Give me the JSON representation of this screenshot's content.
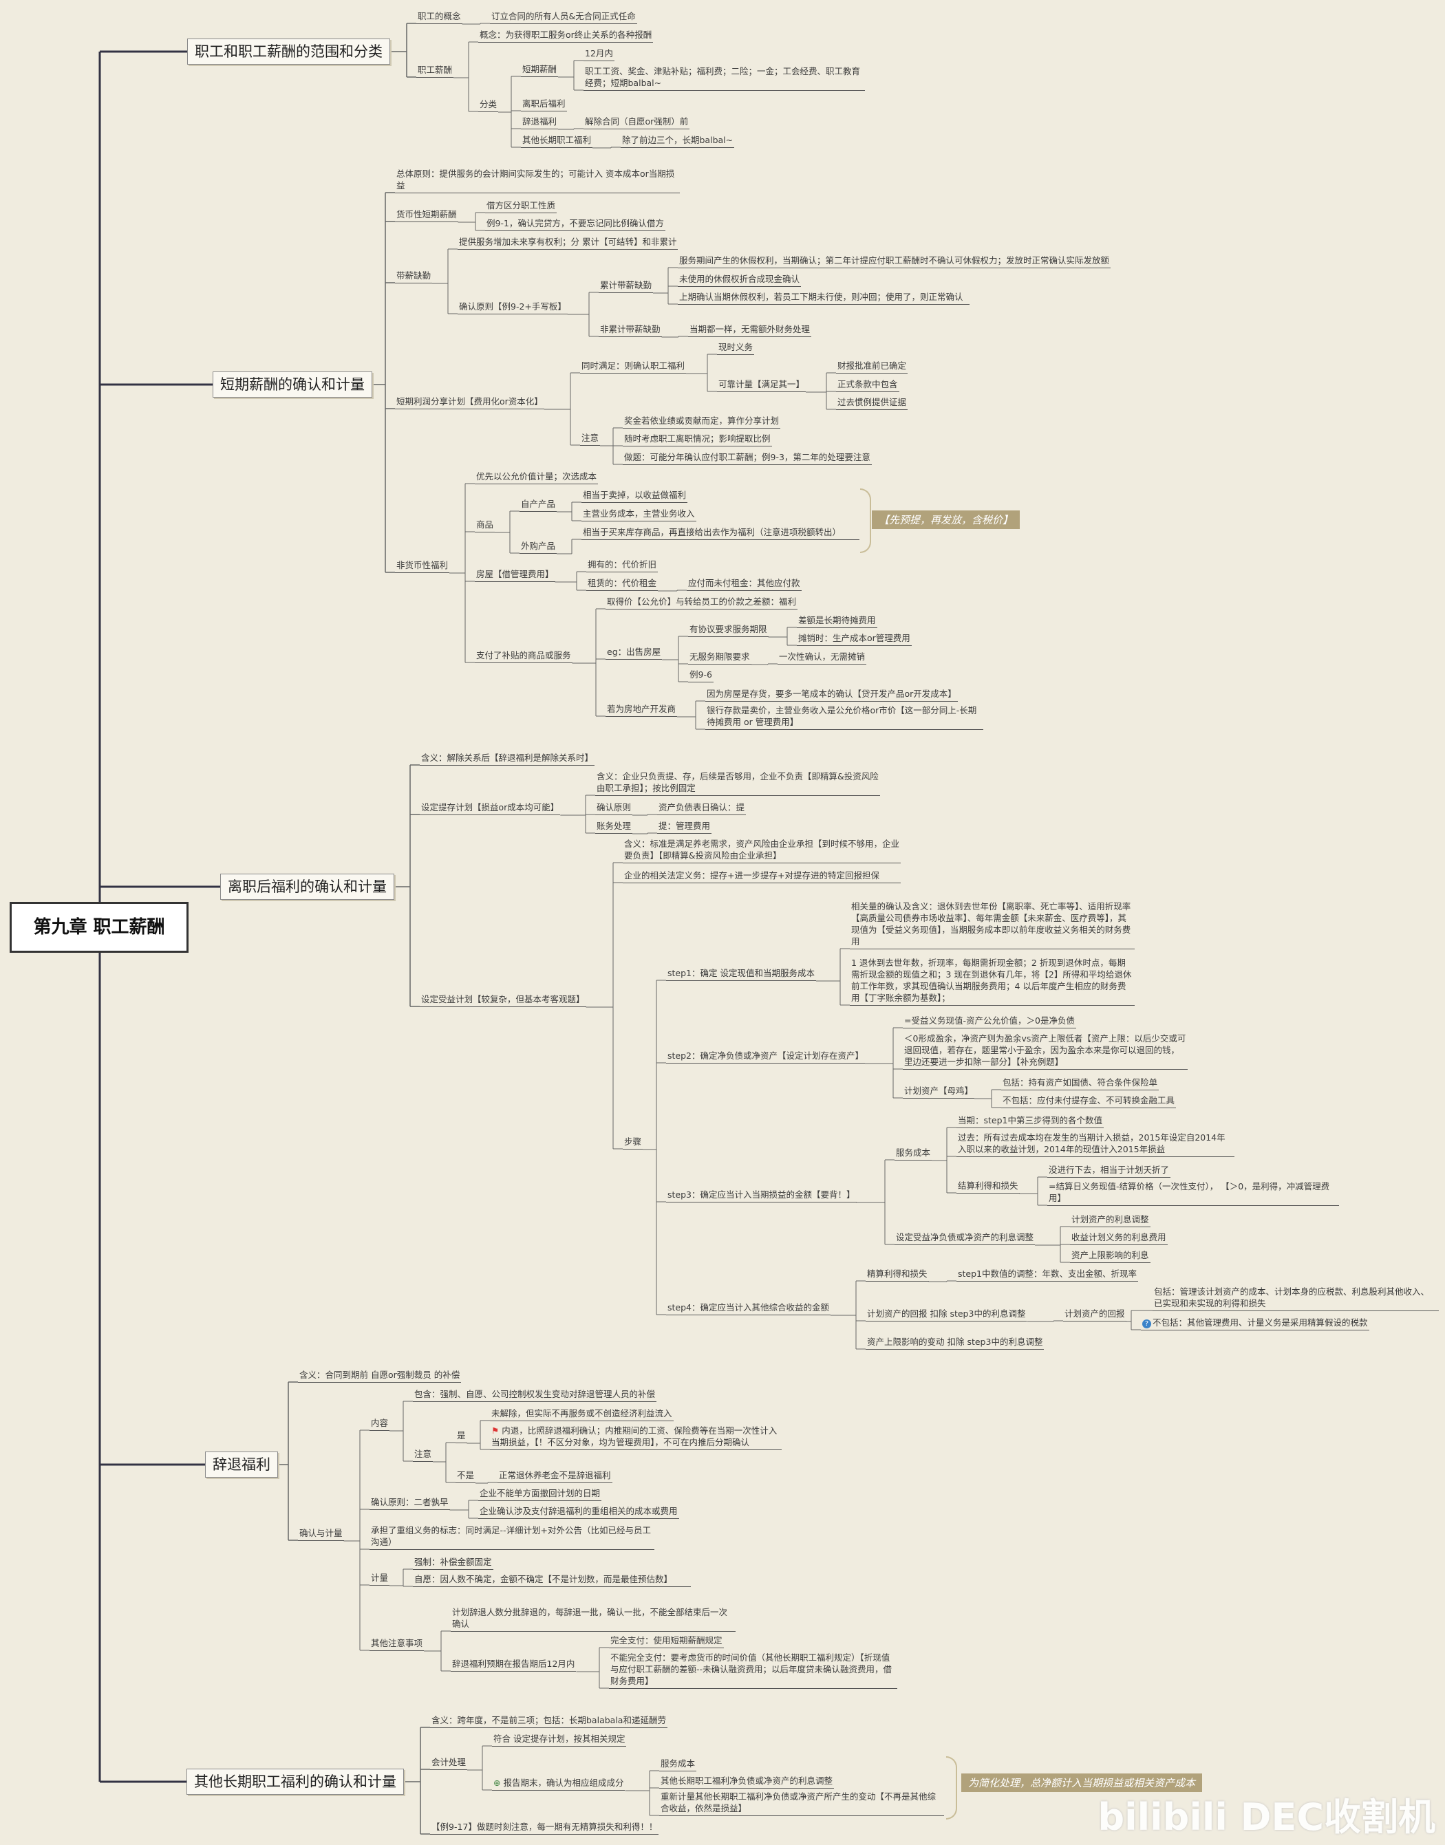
{
  "title": "第九章 职工薪酬",
  "watermark": "bilibili DEC收割机",
  "t1": {
    "title": "职工和职工薪酬的范围和分类",
    "n1": "职工的概念",
    "n1a": "订立合同的所有人员&无合同正式任命",
    "n2": "职工薪酬",
    "n2a": "概念：为获得职工服务or终止关系的各种报酬",
    "n2b": "分类",
    "s1": "短期薪酬",
    "s1a": "12月内",
    "s1b": "职工工资、奖金、津贴补贴；福利费；二险；一金；工会经费、职工教育经费；短期balbal~",
    "s2": "离职后福利",
    "s3": "辞退福利",
    "s3a": "解除合同（自愿or强制）前",
    "s4": "其他长期职工福利",
    "s4a": "除了前边三个，长期balbal~"
  },
  "t2": {
    "title": "短期薪酬的确认和计量",
    "a": "总体原则：提供服务的会计期间实际发生的；可能计入 资本成本or当期损益",
    "b": "货币性短期薪酬",
    "b1": "借方区分职工性质",
    "b2": "例9-1，确认完贷方，不要忘记同比例确认借方",
    "c": "带薪缺勤",
    "c1": "提供服务增加未来享有权利；分 累计【可结转】和非累计",
    "c2": "确认原则【例9-2+手写板】",
    "c3": "累计带薪缺勤",
    "c3a": "服务期间产生的休假权利，当期确认；第二年计提应付职工薪酬时不确认可休假权力；发放时正常确认实际发放额",
    "c3b": "未使用的休假权折合成现金确认",
    "c3c": "上期确认当期休假权利，若员工下期未行使，则冲回；使用了，则正常确认",
    "c4": "非累计带薪缺勤",
    "c4a": "当期都一样，无需额外财务处理",
    "d": "短期利润分享计划【费用化or资本化】",
    "d1": "同时满足：则确认职工福利",
    "d1a": "现时义务",
    "d1b": "可靠计量【满足其一】",
    "d1b1": "财报批准前已确定",
    "d1b2": "正式条款中包含",
    "d1b3": "过去惯例提供证据",
    "d2": "注意",
    "d2a": "奖金若依业绩或贡献而定，算作分享计划",
    "d2b": "随时考虑职工离职情况；影响提取比例",
    "d2c": "做题：可能分年确认应付职工薪酬；例9-3，第二年的处理要注意",
    "e": "非货币性福利",
    "e1": "优先以公允价值计量；次选成本",
    "e2": "商品",
    "e2a": "自产产品",
    "e2a1": "相当于卖掉，以收益做福利",
    "e2a2": "主营业务成本，主营业务收入",
    "e2b": "外购产品",
    "e2b1": "相当于买来库存商品，再直接给出去作为福利（注意进项税额转出）",
    "callout": "【先预提，再发放，含税价】",
    "e3": "房屋【借管理费用】",
    "e3a": "拥有的：代价折旧",
    "e3b": "租赁的：代价租金",
    "e3b1": "应付而未付租金：其他应付款",
    "e4": "支付了补贴的商品或服务",
    "e4a": "取得价【公允价】与转给员工的价款之差额：福利",
    "e4b": "eg：出售房屋",
    "e4b1": "有协议要求服务期限",
    "e4b1a": "差额是长期待摊费用",
    "e4b1b": "摊销时：生产成本or管理费用",
    "e4b2": "无服务期限要求",
    "e4b2a": "一次性确认，无需摊销",
    "e4b3": "例9-6",
    "e4c": "若为房地产开发商",
    "e4c1": "因为房屋是存货，要多一笔成本的确认【贷开发产品or开发成本】",
    "e4c2": "银行存款是卖价，主营业务收入是公允价格or市价【这一部分同上-长期待摊费用 or 管理费用】"
  },
  "t3": {
    "title": "离职后福利的确认和计量",
    "a": "含义：解除关系后【辞退福利是解除关系时】",
    "b": "设定提存计划【损益or成本均可能】",
    "b1": "含义：企业只负责提、存，后续是否够用，企业不负责【即精算&投资风险由职工承担】；按比例固定",
    "b2": "确认原则",
    "b2a": "资产负债表日确认：提",
    "b3": "账务处理",
    "b3a": "提：管理费用",
    "c": "设定受益计划【较复杂，但基本考客观题】",
    "c1": "含义：标准是满足养老需求，资产风险由企业承担【到时候不够用，企业要负责】【即精算&投资风险由企业承担】",
    "c2": "企业的相关法定义务：提存+进一步提存+对提存进的特定回报担保",
    "c3": "步骤",
    "s1": "step1：确定 设定现值和当期服务成本",
    "s1a": "相关量的确认及含义：退休到去世年份【离职率、死亡率等】、适用折现率【高质量公司债券市场收益率】、每年需金额【未来薪金、医疗费等】，其现值为【受益义务现值】，当期服务成本即以前年度收益义务相关的财务费用",
    "s1b": "1 退休到去世年数，折现率，每期需折现金额；2 折现到退休时点，每期需折现金额的现值之和；3 现在到退休有几年，将【2】所得和平均给退休前工作年数，求其现值确认当期服务费用；4 以后年度产生相应的财务费用【丁字账余额为基数】；",
    "s2": "step2：确定净负债或净资产【设定计划存在资产】",
    "s2a": "=受益义务现值-资产公允价值，＞0是净负债",
    "s2b": "＜0形成盈余，净资产则为盈余vs资产上限低者【资产上限：以后少交或可退回现值，若存在，题里常小于盈余，因为盈余本来是你可以退回的钱，里边还要进一步扣除一部分】【补充例题】",
    "s2c": "计划资产【母鸡】",
    "s2c1": "包括：持有资产如国债、符合条件保险单",
    "s2c2": "不包括：应付未付提存金、不可转换金融工具",
    "s3": "step3：确定应当计入当期损益的金额【要背！】",
    "s3a": "服务成本",
    "s3a1": "当期：step1中第三步得到的各个数值",
    "s3a2": "过去：所有过去成本均在发生的当期计入损益，2015年设定自2014年入职以来的收益计划，2014年的现值计入2015年损益",
    "s3b": "结算利得和损失",
    "s3b1": "没进行下去，相当于计划夭折了",
    "s3b2": "=结算日义务现值-结算价格（一次性支付）， 【＞0，是利得，冲减管理费用】",
    "s3c": "设定受益净负债或净资产的利息调整",
    "s3c1": "计划资产的利息调整",
    "s3c2": "收益计划义务的利息费用",
    "s3c3": "资产上限影响的利息",
    "s4": "step4：确定应当计入其他综合收益的金额",
    "s4a": "精算利得和损失",
    "s4a1": "step1中数值的调整：年数、支出金额、折现率",
    "s4b": "计划资产的回报 扣除 step3中的利息调整",
    "s4b1": "计划资产的回报",
    "s4b1a": "包括：管理该计划资产的成本、计划本身的应税款、利息股利其他收入、已实现和未实现的利得和损失",
    "s4b1b": "不包括：其他管理费用、计量义务是采用精算假设的税款",
    "s4c": "资产上限影响的变动 扣除 step3中的利息调整"
  },
  "t4": {
    "title": "辞退福利",
    "a": "含义：合同到期前 自愿or强制裁员 的补偿",
    "b": "确认与计量",
    "b1": "内容",
    "b1a": "包含：强制、自愿、公司控制权发生变动对辞退管理人员的补偿",
    "b1b": "注意",
    "b1b1": "是",
    "b1b1a": "未解除，但实际不再服务或不创造经济利益流入",
    "b1b1b": "内退，比照辞退福利确认；内推期间的工资、保险费等在当期一次性计入当期损益，【！不区分对象，均为管理费用】，不可在内推后分期确认",
    "b1b2": "不是",
    "b1b2a": "正常退休养老金不是辞退福利",
    "b2": "确认原则：二者孰早",
    "b2a": "企业不能单方面撤回计划的日期",
    "b2b": "企业确认涉及支付辞退福利的重组相关的成本或费用",
    "b3": "承担了重组义务的标志：同时满足--详细计划+对外公告（比如已经与员工沟通）",
    "b4": "计量",
    "b4a": "强制：补偿金额固定",
    "b4b": "自愿：因人数不确定，金额不确定【不是计划数，而是最佳预估数】",
    "b5": "其他注意事项",
    "b5a": "计划辞退人数分批辞退的，每辞退一批，确认一批，不能全部结束后一次确认",
    "b5b": "辞退福利预期在报告期后12月内",
    "b5b1": "完全支付：使用短期薪酬规定",
    "b5b2": "不能完全支付：要考虑货币的时间价值（其他长期职工福利规定）【折现值与应付职工薪酬的差额--未确认融资费用；以后年度贷未确认融资费用，借财务费用】"
  },
  "t5": {
    "title": "其他长期职工福利的确认和计量",
    "a": "含义：跨年度，不是前三项；包括：长期balabala和递延酬劳",
    "b": "会计处理",
    "b1": "符合 设定提存计划，按其相关规定",
    "b2": "报告期末，确认为相应组成成分",
    "b2a": "服务成本",
    "b2b": "其他长期职工福利净负债或净资产的利息调整",
    "b2c": "重新计量其他长期职工福利净负债或净资产所产生的变动【不再是其他综合收益，依然是损益】",
    "callout": "为简化处理，总净额计入当期损益或相关资产成本",
    "c": "【例9-17】做题时刻注意，每一期有无精算损失和利得！！"
  }
}
